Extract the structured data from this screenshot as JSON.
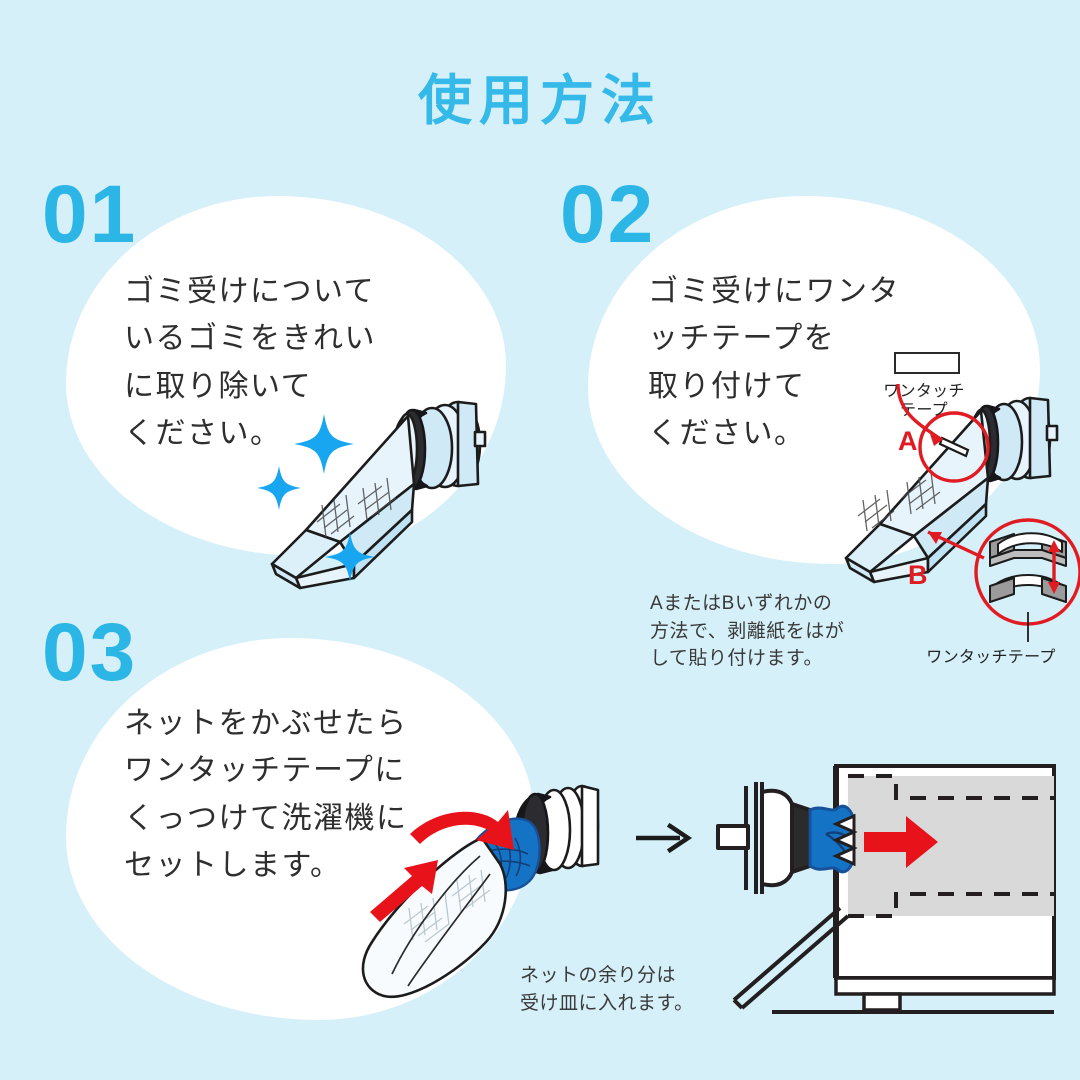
{
  "page": {
    "background_color": "#d5f0f9",
    "accent_color": "#34b9e8",
    "red_color": "#e01b22",
    "title": "使用方法"
  },
  "steps": [
    {
      "number": "01",
      "text": "ゴミ受けについて\nいるゴミをきれい\nに取り除いて\nください。",
      "illustration": "lint-filter-with-sparkles"
    },
    {
      "number": "02",
      "text": "ゴミ受けにワンタ\nッチテープを\n取り付けて\nください。",
      "illustration": "lint-filter-with-tape-markers",
      "label_tape_top": "ワンタッチ\nテープ",
      "label_tape_bottom": "ワンタッチテープ",
      "marker_a": "A",
      "marker_b": "B",
      "caption": "AまたはBいずれかの\n方法で、剥離紙をはが\nして貼り付けます。"
    },
    {
      "number": "03",
      "text": "ネットをかぶせたら\nワンタッチテープに\nくっつけて洗濯機に\nセットします。",
      "illustration": "net-over-filter-and-machine-insert",
      "caption": "ネットの余り分は\n受け皿に入れます。",
      "arrow_glyph": "→"
    }
  ]
}
